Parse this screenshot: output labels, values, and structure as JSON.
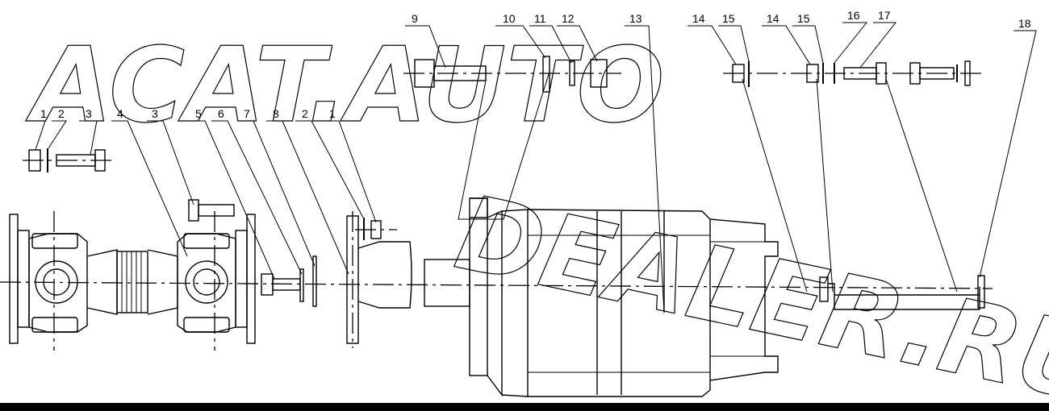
{
  "watermark": {
    "line1": "ACAT.AUTO",
    "line2": "DEALER.RU"
  },
  "callouts": {
    "c1a": "1",
    "c2a": "2",
    "c3a": "3",
    "c4": "4",
    "c3b": "3",
    "c5": "5",
    "c6": "6",
    "c7": "7",
    "c8": "8",
    "c2b": "2",
    "c1b": "1",
    "c9": "9",
    "c10": "10",
    "c11": "11",
    "c12": "12",
    "c13": "13",
    "c14a": "14",
    "c15a": "15",
    "c14b": "14",
    "c15b": "15",
    "c16": "16",
    "c17": "17",
    "c18": "18"
  }
}
